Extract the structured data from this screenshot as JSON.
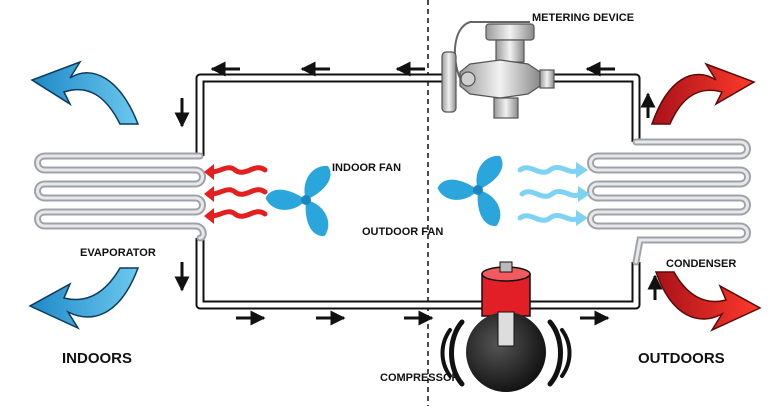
{
  "labels": {
    "metering_device": "METERING DEVICE",
    "indoor_fan": "INDOOR FAN",
    "outdoor_fan": "OUTDOOR FAN",
    "evaporator": "EVAPORATOR",
    "condenser": "CONDENSER",
    "compressor": "COMPRESSOR",
    "indoors": "INDOORS",
    "outdoors": "OUTDOORS"
  },
  "colors": {
    "pipe": "#111111",
    "cool_air": "#3aa9dc",
    "warm_air": "#e41f1f",
    "fan_blue": "#2aa6dc",
    "compressor_red": "#e21f26",
    "compressor_body": "#1a1a1a",
    "coil": "#bfc3c7"
  }
}
